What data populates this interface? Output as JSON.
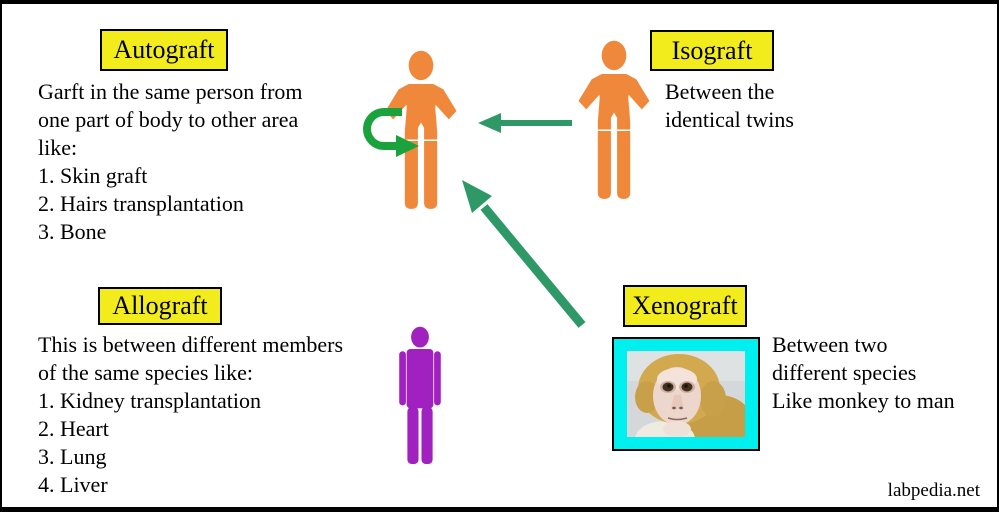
{
  "page": {
    "watermark": "labpedia.net"
  },
  "colors": {
    "figure_orange": "#F0883C",
    "figure_purple": "#A020C0",
    "label_yellow": "#F2EC1C",
    "label_border": "#000000",
    "arrow_green": "#2E9966",
    "self_arrow_green": "#1AA23C",
    "photo_frame_cyan": "#00EFEF",
    "canvas_border": "#000000",
    "text": "#000000"
  },
  "sections": {
    "autograft": {
      "label": "Autograft",
      "lines": [
        "Garft in the same person from",
        "one part of body to other area",
        "like:",
        "1. Skin graft",
        "2. Hairs transplantation",
        "3. Bone"
      ]
    },
    "isograft": {
      "label": "Isograft",
      "lines": [
        "Between the",
        "identical twins"
      ]
    },
    "allograft": {
      "label": "Allograft",
      "lines": [
        "This is between different members",
        "of the same species like:",
        "1. Kidney transplantation",
        "2. Heart",
        "3. Lung",
        "4. Liver"
      ]
    },
    "xenograft": {
      "label": "Xenograft",
      "lines": [
        "Between two",
        "different species",
        "Like monkey to man"
      ]
    }
  }
}
